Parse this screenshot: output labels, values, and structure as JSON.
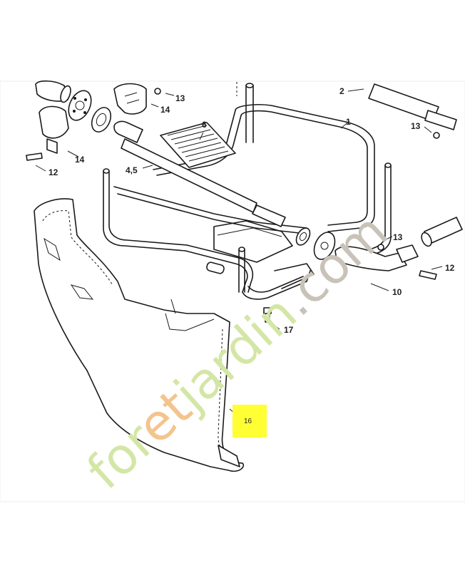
{
  "diagram": {
    "callouts": [
      {
        "id": "c1",
        "text": "1"
      },
      {
        "id": "c2",
        "text": "2"
      },
      {
        "id": "c45",
        "text": "4,5"
      },
      {
        "id": "c6",
        "text": "6"
      },
      {
        "id": "c10",
        "text": "10"
      },
      {
        "id": "c12a",
        "text": "12"
      },
      {
        "id": "c12b",
        "text": "12"
      },
      {
        "id": "c13a",
        "text": "13"
      },
      {
        "id": "c13b",
        "text": "13"
      },
      {
        "id": "c13c",
        "text": "13"
      },
      {
        "id": "c14a",
        "text": "14"
      },
      {
        "id": "c14b",
        "text": "14"
      },
      {
        "id": "c16",
        "text": "16"
      },
      {
        "id": "c17",
        "text": "17"
      }
    ],
    "highlight_color": "#ffff33"
  },
  "watermark": {
    "text": "foretjardin.com",
    "colors": {
      "green": "#d4e6a6",
      "orange": "#f4c48e",
      "gray": "#c8c2b8"
    }
  }
}
